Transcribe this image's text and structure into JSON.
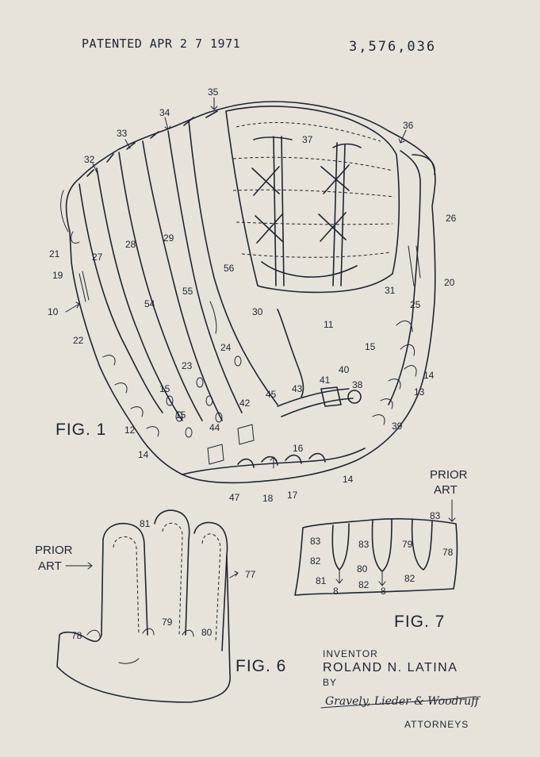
{
  "header": {
    "patented": "PATENTED APR 2 7 1971",
    "patent_number": "3,576,036"
  },
  "figures": {
    "fig1": "FIG. 1",
    "fig6": "FIG. 6",
    "fig7": "FIG. 7"
  },
  "prior_art": {
    "fig7_line1": "PRIOR",
    "fig7_line2": "ART",
    "fig6_line1": "PRIOR",
    "fig6_line2": "ART"
  },
  "inventor": {
    "title": "INVENTOR",
    "name": "ROLAND N. LATINA",
    "by": "BY",
    "signature": "Gravely, Lieder & Woodruff",
    "attorneys": "ATTORNEYS"
  },
  "fig1_numbers": [
    "35",
    "34",
    "33",
    "32",
    "36",
    "37",
    "21",
    "19",
    "10",
    "22",
    "27",
    "28",
    "29",
    "56",
    "55",
    "54",
    "30",
    "31",
    "26",
    "20",
    "25",
    "11",
    "24",
    "23",
    "15",
    "14",
    "13",
    "15",
    "40",
    "41",
    "38",
    "43",
    "45",
    "42",
    "44",
    "39",
    "12",
    "15",
    "14",
    "16",
    "47",
    "18",
    "17",
    "14"
  ],
  "fig6_numbers": [
    "81",
    "77",
    "79",
    "78",
    "80"
  ],
  "fig7_numbers": [
    "83",
    "83",
    "83",
    "79",
    "78",
    "82",
    "80",
    "82",
    "81",
    "82",
    "8",
    "8"
  ]
}
